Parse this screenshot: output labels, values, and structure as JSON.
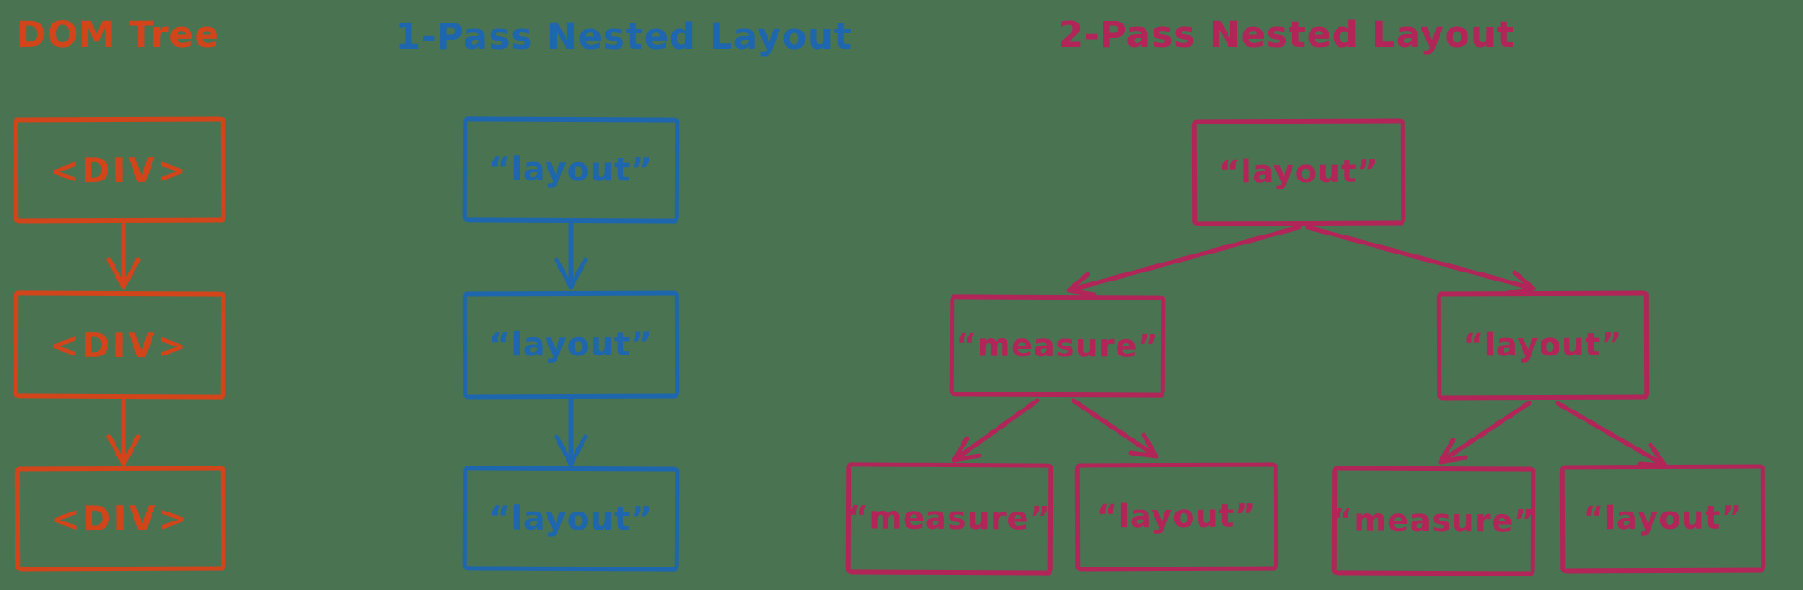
{
  "colors": {
    "background": "#4a7352",
    "dom_tree": "#d2451a",
    "one_pass": "#1e66ad",
    "two_pass": "#b22558"
  },
  "dom_tree": {
    "title": "DOM Tree",
    "nodes": [
      {
        "label": "<DIV>"
      },
      {
        "label": "<DIV>"
      },
      {
        "label": "<DIV>"
      }
    ]
  },
  "one_pass": {
    "title": "1-Pass Nested Layout",
    "nodes": [
      {
        "label": "“layout”"
      },
      {
        "label": "“layout”"
      },
      {
        "label": "“layout”"
      }
    ]
  },
  "two_pass": {
    "title": "2-Pass Nested Layout",
    "root": {
      "label": "“layout”"
    },
    "mid": [
      {
        "label": "“measure”"
      },
      {
        "label": "“layout”"
      }
    ],
    "leaves": [
      {
        "label": "“measure”"
      },
      {
        "label": "“layout”"
      },
      {
        "label": "“measure”"
      },
      {
        "label": "“layout”"
      }
    ]
  }
}
